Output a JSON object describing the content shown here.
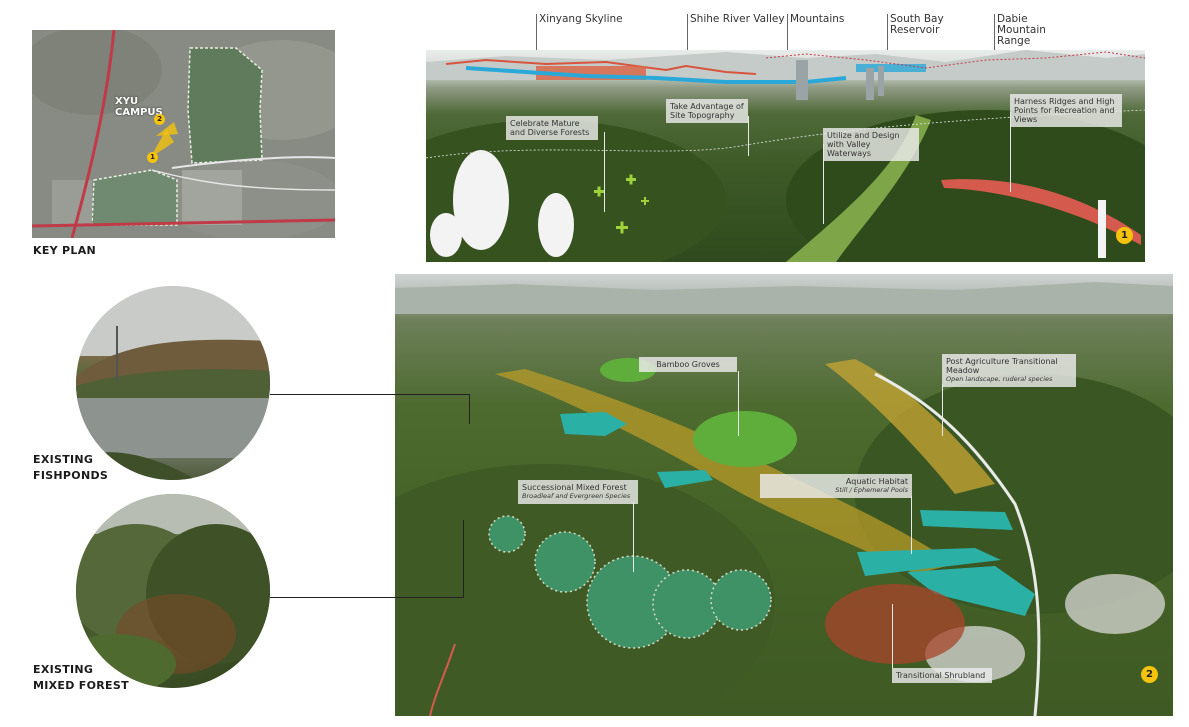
{
  "key_plan": {
    "title": "KEY PLAN",
    "campus_label_line1": "XYU",
    "campus_label_line2": "CAMPUS",
    "marker_1": "1",
    "marker_2": "2"
  },
  "panorama_top": {
    "skyline_labels": [
      {
        "text": "Xinyang Skyline"
      },
      {
        "text": "Shihe River Valley"
      },
      {
        "text": "Mountains"
      },
      {
        "text": "South Bay Reservoir"
      },
      {
        "text": "Dabie Mountain Range"
      }
    ],
    "callouts": {
      "forests": "Celebrate Mature and Diverse Forests",
      "topography": "Take Advantage of Site Topography",
      "waterways": "Utilize and Design with Valley Waterways",
      "ridges": "Harness Ridges and High Points for Recreation and Views"
    },
    "view_marker": "1"
  },
  "panorama_aerial": {
    "callouts": {
      "bamboo": "Bamboo Groves",
      "meadow_title": "Post Agriculture Transitional Meadow",
      "meadow_sub": "Open landscape, ruderal species",
      "forest_title": "Successional Mixed Forest",
      "forest_sub": "Broadleaf and Evergreen Species",
      "aquatic_title": "Aquatic Habitat",
      "aquatic_sub": "Still / Ephemeral Pools",
      "shrubland": "Transitional Shrubland"
    },
    "view_marker": "2"
  },
  "photos": {
    "fishponds_line1": "EXISTING",
    "fishponds_line2": "FISHPONDS",
    "forest_line1": "EXISTING",
    "forest_line2": "MIXED FOREST"
  },
  "colors": {
    "marker_yellow": "#f4c30d",
    "callout_bg": "#ebebeb",
    "skyline_red": "#d8543e",
    "pond_teal": "#2bb0a6",
    "boundary_red": "#c63a4a",
    "trail_red": "#d35a4c"
  }
}
